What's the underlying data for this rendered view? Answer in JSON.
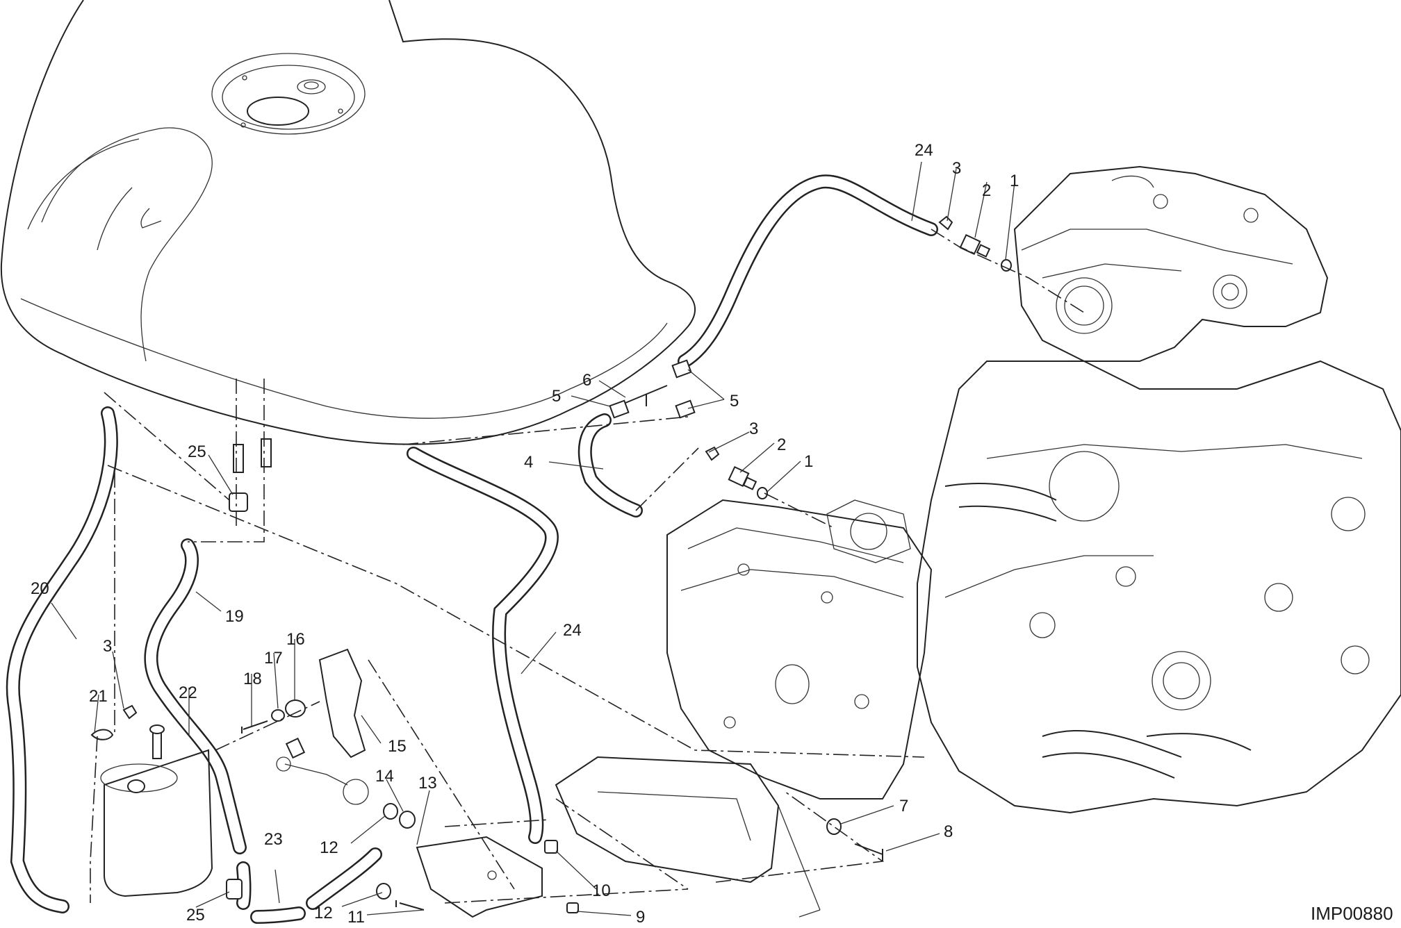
{
  "drawing_code": "IMP00880",
  "callouts": [
    {
      "id": "c-24-top",
      "text": "24"
    },
    {
      "id": "c-3-top",
      "text": "3"
    },
    {
      "id": "c-2-top",
      "text": "2"
    },
    {
      "id": "c-1-top",
      "text": "1"
    },
    {
      "id": "c-6",
      "text": "6"
    },
    {
      "id": "c-5-left",
      "text": "5"
    },
    {
      "id": "c-5-right",
      "text": "5"
    },
    {
      "id": "c-3-mid",
      "text": "3"
    },
    {
      "id": "c-2-mid",
      "text": "2"
    },
    {
      "id": "c-1-mid",
      "text": "1"
    },
    {
      "id": "c-4",
      "text": "4"
    },
    {
      "id": "c-25-top",
      "text": "25"
    },
    {
      "id": "c-20",
      "text": "20"
    },
    {
      "id": "c-19",
      "text": "19"
    },
    {
      "id": "c-24-mid",
      "text": "24"
    },
    {
      "id": "c-16",
      "text": "16"
    },
    {
      "id": "c-17",
      "text": "17"
    },
    {
      "id": "c-18",
      "text": "18"
    },
    {
      "id": "c-3-left",
      "text": "3"
    },
    {
      "id": "c-22",
      "text": "22"
    },
    {
      "id": "c-21",
      "text": "21"
    },
    {
      "id": "c-15",
      "text": "15"
    },
    {
      "id": "c-14",
      "text": "14"
    },
    {
      "id": "c-13",
      "text": "13"
    },
    {
      "id": "c-12-top",
      "text": "12"
    },
    {
      "id": "c-23",
      "text": "23"
    },
    {
      "id": "c-7",
      "text": "7"
    },
    {
      "id": "c-8",
      "text": "8"
    },
    {
      "id": "c-10",
      "text": "10"
    },
    {
      "id": "c-9",
      "text": "9"
    },
    {
      "id": "c-11",
      "text": "11"
    },
    {
      "id": "c-12-bottom",
      "text": "12"
    },
    {
      "id": "c-25-bottom",
      "text": "25"
    }
  ]
}
